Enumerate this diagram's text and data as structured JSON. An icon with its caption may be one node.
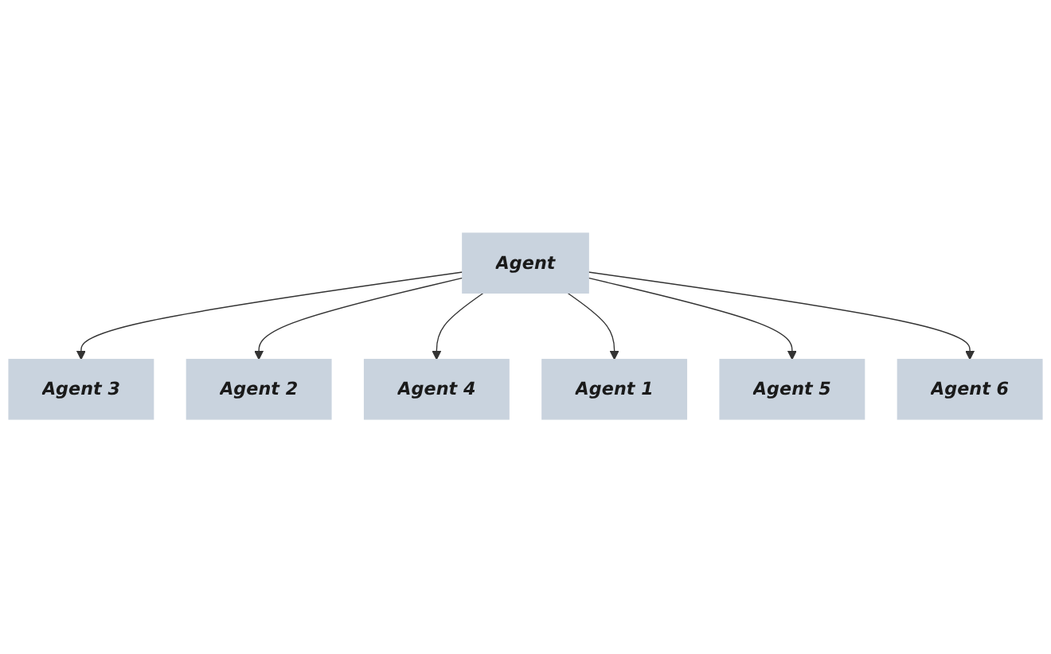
{
  "diagram": {
    "nodes": [
      {
        "text": [
          "Agent 3"
        ]
      },
      {
        "text": [
          "Agent 2"
        ]
      },
      {
        "text": [
          "Agent 4"
        ]
      },
      {
        "text": [
          "Agent"
        ]
      },
      {
        "text": [
          "Agent 1"
        ]
      },
      {
        "text": [
          "Agent 5"
        ]
      },
      {
        "text": [
          "Agent 6"
        ]
      }
    ],
    "edges": [
      {
        "from": 3,
        "to": 0,
        "arrow": "to"
      },
      {
        "from": 3,
        "to": 1,
        "arrow": "to"
      },
      {
        "from": 3,
        "to": 2,
        "arrow": "to"
      },
      {
        "from": 3,
        "to": 4,
        "arrow": "to"
      },
      {
        "from": 3,
        "to": 5,
        "arrow": "to"
      },
      {
        "from": 3,
        "to": 6,
        "arrow": "to"
      }
    ]
  }
}
